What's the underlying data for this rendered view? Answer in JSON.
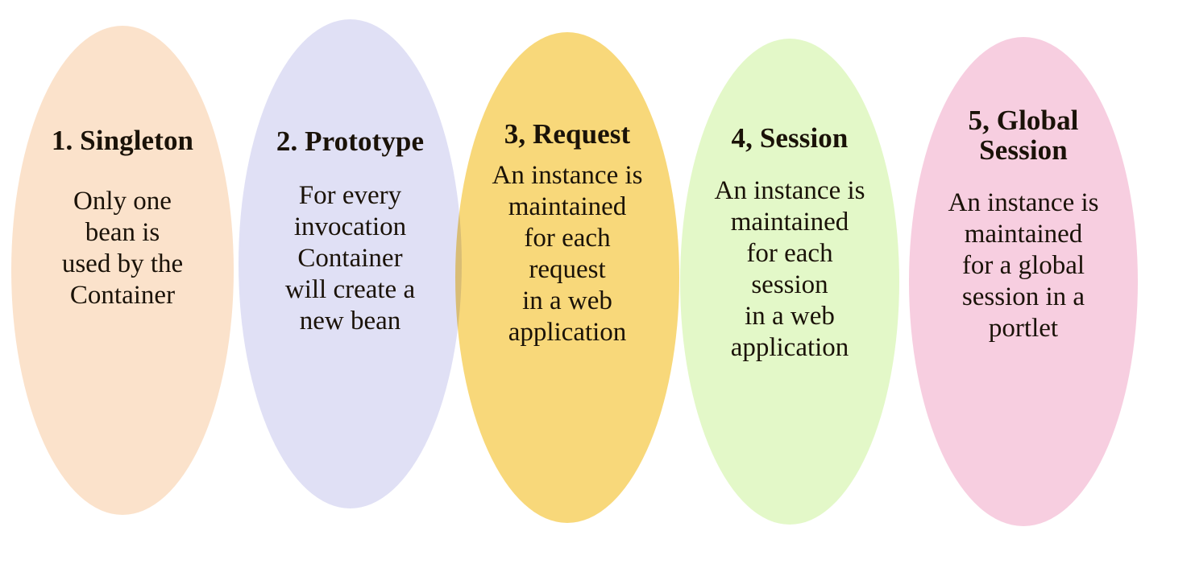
{
  "diagram": {
    "type": "spring-bean-scopes-ellipses",
    "background_color": "#ffffff",
    "scopes": [
      {
        "id": "singleton",
        "title": "1. Singleton",
        "description": "Only one\nbean is\nused by the\nContainer",
        "color": "#fbe2cb",
        "color_name": "peach"
      },
      {
        "id": "prototype",
        "title": "2. Prototype",
        "description": "For every\ninvocation\nContainer\nwill create a\nnew bean",
        "color": "#e0e0f5",
        "color_name": "lavender"
      },
      {
        "id": "request",
        "title": "3, Request",
        "description": "An instance is\nmaintained\nfor each\nrequest\nin a web\napplication",
        "color": "#f8d87a",
        "color_name": "yellow"
      },
      {
        "id": "session",
        "title": "4, Session",
        "description": "An instance is\nmaintained\nfor each\nsession\nin a web\napplication",
        "color": "#e3f8c8",
        "color_name": "light-green"
      },
      {
        "id": "global-session",
        "title": "5, Global\nSession",
        "description": "An instance is\nmaintained\nfor a global\nsession in a\nportlet",
        "color": "#f7cee0",
        "color_name": "pink"
      }
    ]
  }
}
